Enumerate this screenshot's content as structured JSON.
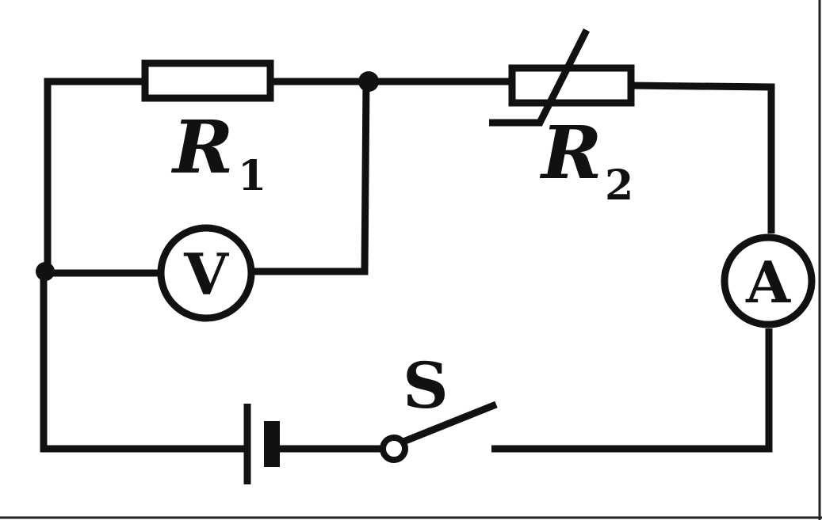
{
  "diagram": {
    "type": "circuit",
    "components": {
      "r1": {
        "symbol": "R",
        "subscript": "1"
      },
      "r2": {
        "symbol": "R",
        "subscript": "2"
      },
      "voltmeter": {
        "label": "V"
      },
      "ammeter": {
        "label": "A"
      },
      "switch": {
        "label": "S"
      }
    }
  }
}
